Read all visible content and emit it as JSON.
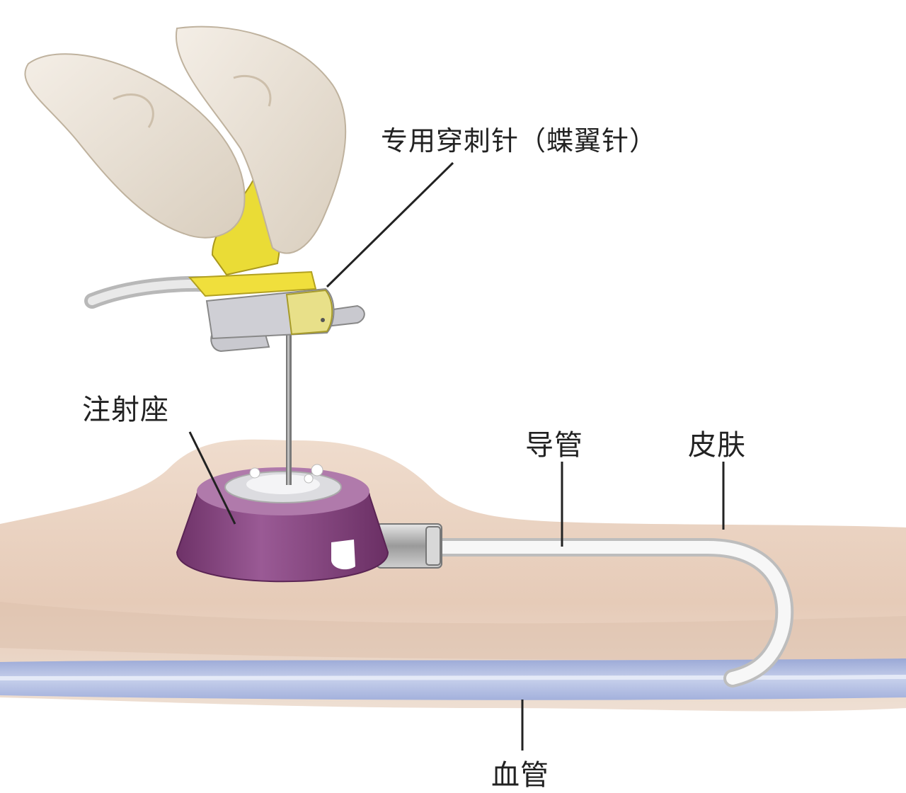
{
  "labels": {
    "needle": "专用穿刺针（蝶翼针）",
    "port": "注射座",
    "catheter": "导管",
    "skin": "皮肤",
    "vessel": "血管"
  },
  "colors": {
    "skin": "#e9d2c2",
    "skin_shadow": "#d8b8a4",
    "port": "#8a4a85",
    "port_dark": "#6e3268",
    "port_light": "#b07aab",
    "needle_yellow": "#f0df3c",
    "needle_grey": "#c8c8cc",
    "vessel": "#b3bfe0",
    "tube": "#f2f2f2",
    "finger": "#ece4d8",
    "leader": "#222222"
  }
}
